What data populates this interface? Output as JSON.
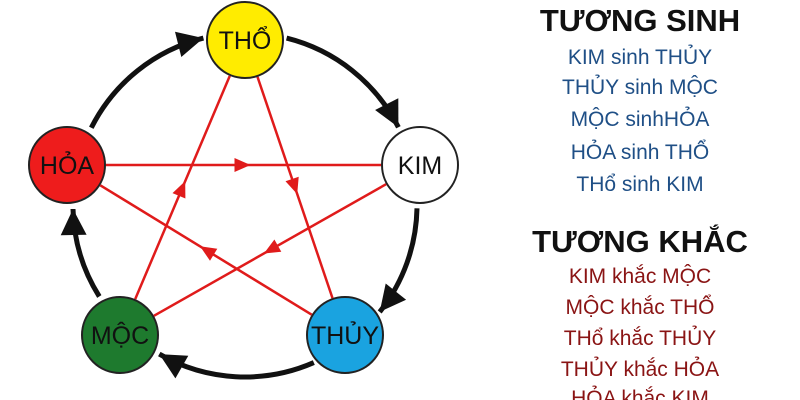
{
  "nodes": [
    {
      "id": "tho",
      "label": "THỔ",
      "fill": "#ffec00"
    },
    {
      "id": "kim",
      "label": "KIM",
      "fill": "#ffffff"
    },
    {
      "id": "thuy",
      "label": "THỦY",
      "fill": "#1aa3e0"
    },
    {
      "id": "moc",
      "label": "MỘC",
      "fill": "#1e7a2e"
    },
    {
      "id": "hoa",
      "label": "HỎA",
      "fill": "#ee1c1c"
    }
  ],
  "generating_cycle": [
    "tho",
    "kim",
    "thuy",
    "moc",
    "hoa",
    "tho"
  ],
  "controlling_edges": [
    [
      "kim",
      "moc"
    ],
    [
      "moc",
      "tho"
    ],
    [
      "tho",
      "thuy"
    ],
    [
      "thuy",
      "hoa"
    ],
    [
      "hoa",
      "kim"
    ]
  ],
  "colors": {
    "cycle_line": "#111111",
    "star_line": "#e01b1b",
    "node_stroke": "#222222",
    "sinh_text": "#1f4f86",
    "khac_text": "#8a1414"
  },
  "legend": {
    "sinh_title": "TƯƠNG SINH",
    "sinh_lines": [
      "KIM sinh THỦY",
      "THỦY sinh MỘC",
      "MỘC sinhHỎA",
      "HỎA sinh THỔ",
      "THổ sinh KIM"
    ],
    "khac_title": "TƯƠNG KHẮC",
    "khac_lines": [
      "KIM khắc MỘC",
      "MỘC khắc THỔ",
      "THổ khắc THỦY",
      "THỦY khắc HỎA",
      "HỎA khắc KIM"
    ]
  }
}
